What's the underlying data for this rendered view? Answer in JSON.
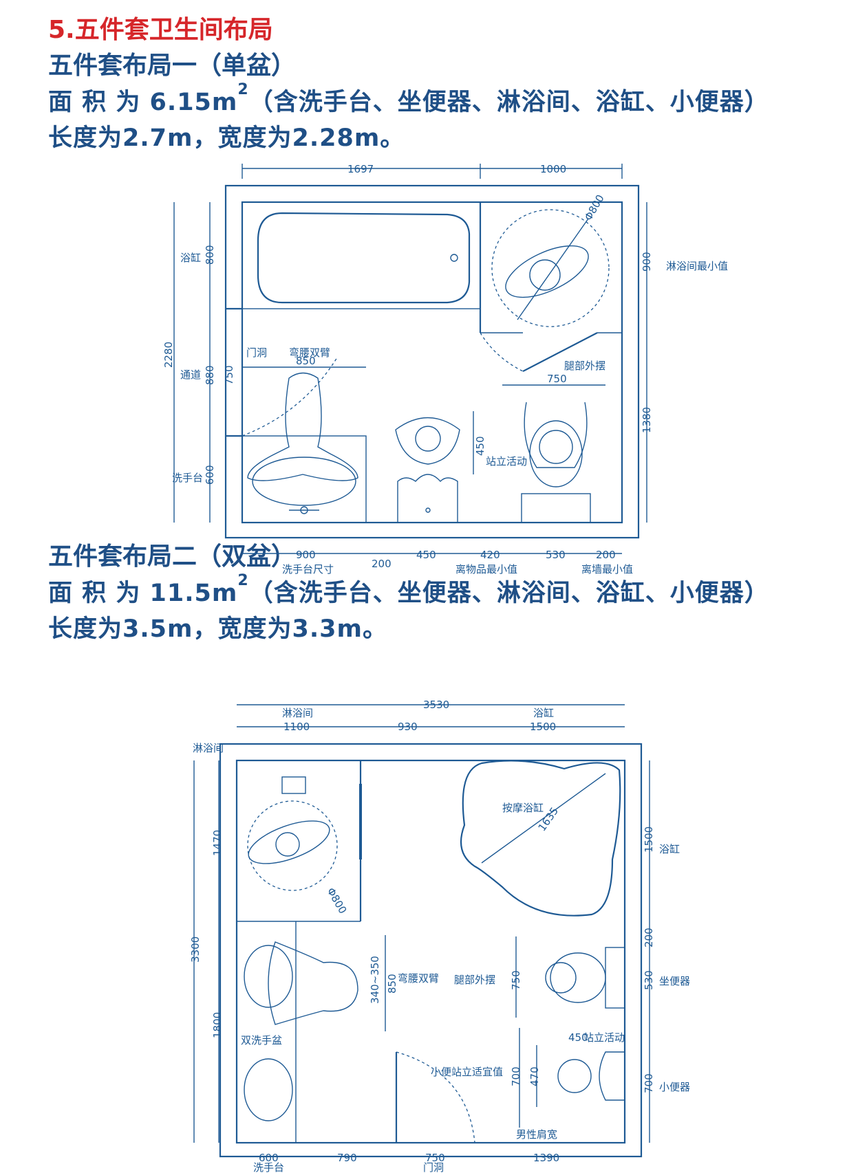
{
  "section_title": "5.五件套卫生间布局",
  "layout1": {
    "title": "五件套布局一（单盆）",
    "area_prefix": "面 积 为 6.15m",
    "area_sup": "2",
    "area_suffix": "（含洗手台、坐便器、淋浴间、浴缸、小便器）",
    "size": "长度为2.7m，宽度为2.28m。",
    "dims": {
      "top_1697": "1697",
      "top_1000": "1000",
      "bottom_900": "900",
      "bottom_200a": "200",
      "bottom_450": "450",
      "bottom_420": "420",
      "bottom_530": "530",
      "bottom_200b": "200",
      "left_800": "800",
      "left_880": "880",
      "left_600": "600",
      "left_2280": "2280",
      "left_750": "750",
      "right_900": "900",
      "right_1380": "1380",
      "inner_850": "850",
      "inner_750": "750",
      "inner_450": "450",
      "diameter": "Φ800"
    },
    "labels": {
      "bathtub": "浴缸",
      "aisle": "通道",
      "washbasin": "洗手台",
      "door": "门洞",
      "bend": "弯腰双臂",
      "shower_min": "淋浴间最小值",
      "leg": "腿部外摆",
      "stand": "站立活动",
      "basin_size": "洗手台尺寸",
      "item_min": "离物品最小值",
      "wall_min": "离墙最小值"
    }
  },
  "layout2": {
    "title": "五件套布局二（双盆）",
    "area_prefix": "面 积 为 11.5m",
    "area_sup": "2",
    "area_suffix": "（含洗手台、坐便器、淋浴间、浴缸、小便器）",
    "size": "长度为3.5m，宽度为3.3m。",
    "dims": {
      "top_3530": "3530",
      "top_1100": "1100",
      "top_930": "930",
      "top_1500": "1500",
      "left_1470": "1470",
      "left_3300": "3300",
      "left_1800": "1800",
      "right_1500": "1500",
      "right_200": "200",
      "right_530": "530",
      "right_700": "700",
      "bottom_600": "600",
      "bottom_790": "790",
      "bottom_750": "750",
      "bottom_1390": "1390",
      "inner_340_350": "340~350",
      "inner_850": "850",
      "inner_750": "750",
      "inner_700": "700",
      "inner_470": "470",
      "inner_450": "450",
      "diag_1635": "1635",
      "diameter": "Φ800"
    },
    "labels": {
      "shower": "淋浴间",
      "bathtub": "浴缸",
      "shower_left": "淋浴间",
      "massage": "按摩浴缸",
      "bend": "弯腰双臂",
      "leg": "腿部外摆",
      "stand": "站立活动",
      "double_basin": "双洗手盆",
      "urinal_stand": "小便站立适宜值",
      "shoulder": "男性肩宽",
      "toilet": "坐便器",
      "urinal": "小便器",
      "basin": "洗手台",
      "door": "门洞"
    }
  },
  "colors": {
    "title_red": "#d6262a",
    "text_blue": "#1f4f86",
    "drawing_blue": "#1e5a94"
  }
}
